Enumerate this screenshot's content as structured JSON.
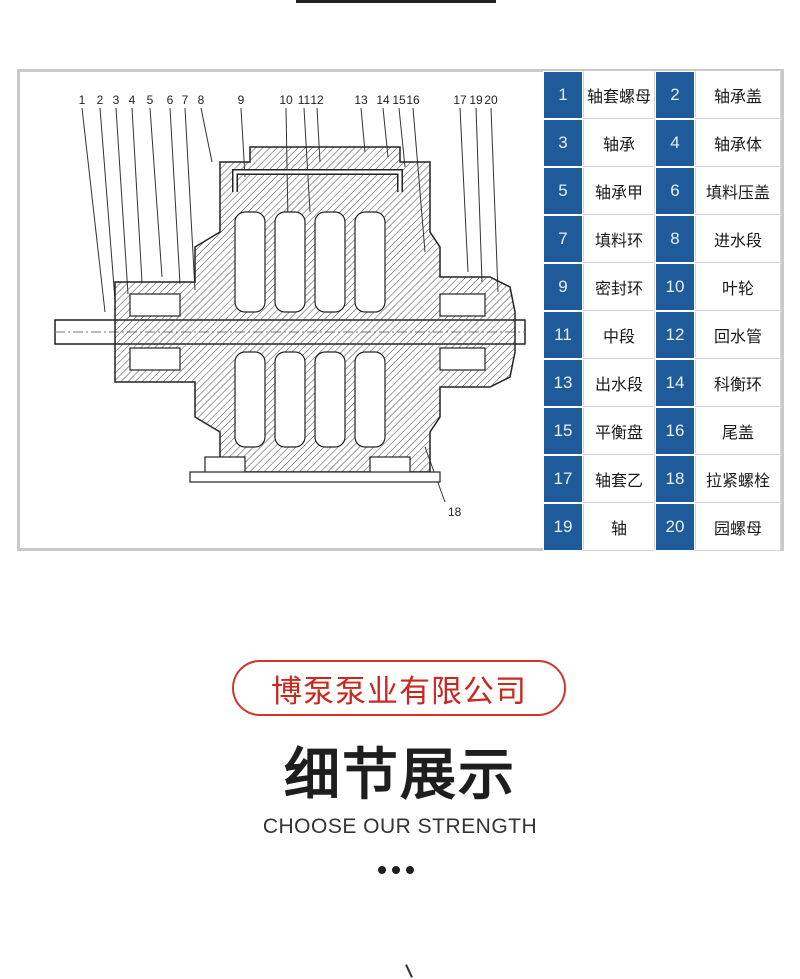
{
  "diagram": {
    "callouts": [
      "1",
      "2",
      "3",
      "4",
      "5",
      "6",
      "7",
      "8",
      "9",
      "10",
      "11",
      "12",
      "13",
      "14",
      "15",
      "16",
      "17",
      "19",
      "20"
    ],
    "bottom_callout": "18"
  },
  "parts": [
    {
      "no": "1",
      "name": "轴套螺母"
    },
    {
      "no": "2",
      "name": "轴承盖"
    },
    {
      "no": "3",
      "name": "轴承"
    },
    {
      "no": "4",
      "name": "轴承体"
    },
    {
      "no": "5",
      "name": "轴承甲"
    },
    {
      "no": "6",
      "name": "填料压盖"
    },
    {
      "no": "7",
      "name": "填料环"
    },
    {
      "no": "8",
      "name": "进水段"
    },
    {
      "no": "9",
      "name": "密封环"
    },
    {
      "no": "10",
      "name": "叶轮"
    },
    {
      "no": "11",
      "name": "中段"
    },
    {
      "no": "12",
      "name": "回水管"
    },
    {
      "no": "13",
      "name": "出水段"
    },
    {
      "no": "14",
      "name": "科衡环"
    },
    {
      "no": "15",
      "name": "平衡盘"
    },
    {
      "no": "16",
      "name": "尾盖"
    },
    {
      "no": "17",
      "name": "轴套乙"
    },
    {
      "no": "18",
      "name": "拉紧螺栓"
    },
    {
      "no": "19",
      "name": "轴"
    },
    {
      "no": "20",
      "name": "园螺母"
    }
  ],
  "company": "博泵泵业有限公司",
  "section_title": "细节展示",
  "section_subtitle": "CHOOSE OUR STRENGTH",
  "colors": {
    "table_blue": "#1f5a9a",
    "accent_red": "#d9322b"
  }
}
